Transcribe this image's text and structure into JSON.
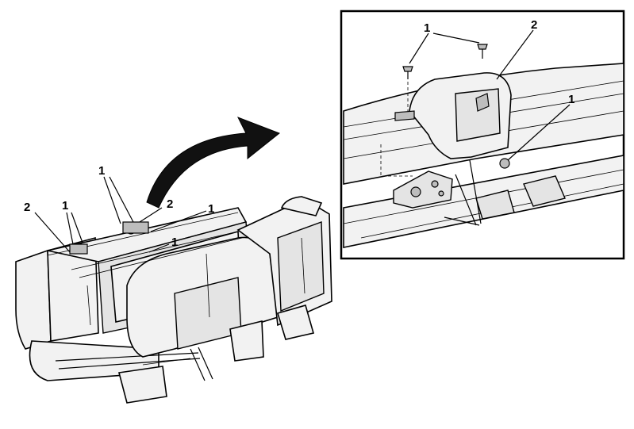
{
  "callouts": {
    "main": [
      {
        "id": "m1",
        "text": "1"
      },
      {
        "id": "m2",
        "text": "1"
      },
      {
        "id": "m3",
        "text": "1"
      },
      {
        "id": "m4",
        "text": "1"
      },
      {
        "id": "m5",
        "text": "2"
      },
      {
        "id": "m6",
        "text": "2"
      }
    ],
    "detail": [
      {
        "id": "d1",
        "text": "1"
      },
      {
        "id": "d2",
        "text": "2"
      },
      {
        "id": "d3",
        "text": "1"
      }
    ]
  },
  "colors": {
    "line": "#000000",
    "background": "#ffffff",
    "arrow": "#111111",
    "part_fill": "#f2f2f2"
  }
}
